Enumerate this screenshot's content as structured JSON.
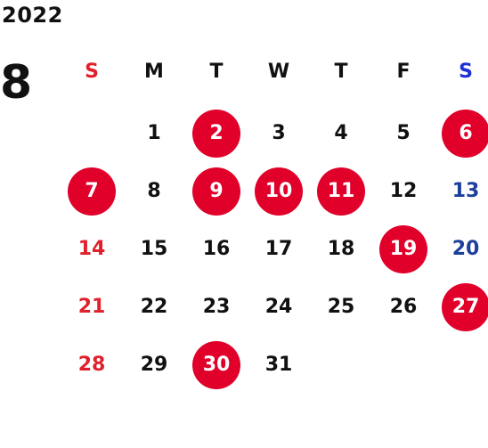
{
  "calendar": {
    "year": "2022",
    "month": "8",
    "weekdays": [
      "S",
      "M",
      "T",
      "W",
      "T",
      "F",
      "S"
    ],
    "weeks": [
      [
        "",
        "1",
        "2",
        "3",
        "4",
        "5",
        "6"
      ],
      [
        "7",
        "8",
        "9",
        "10",
        "11",
        "12",
        "13"
      ],
      [
        "14",
        "15",
        "16",
        "17",
        "18",
        "19",
        "20"
      ],
      [
        "21",
        "22",
        "23",
        "24",
        "25",
        "26",
        "27"
      ],
      [
        "28",
        "29",
        "30",
        "31",
        "",
        "",
        ""
      ]
    ],
    "highlighted_days": [
      "2",
      "6",
      "7",
      "9",
      "10",
      "11",
      "19",
      "27",
      "30"
    ]
  },
  "colors": {
    "sunday": "#e0202c",
    "saturday_header": "#1d2fd6",
    "saturday": "#1d3f9c",
    "text": "#111111",
    "highlight_fill": "#e0002a",
    "highlight_text": "#ffffff"
  }
}
